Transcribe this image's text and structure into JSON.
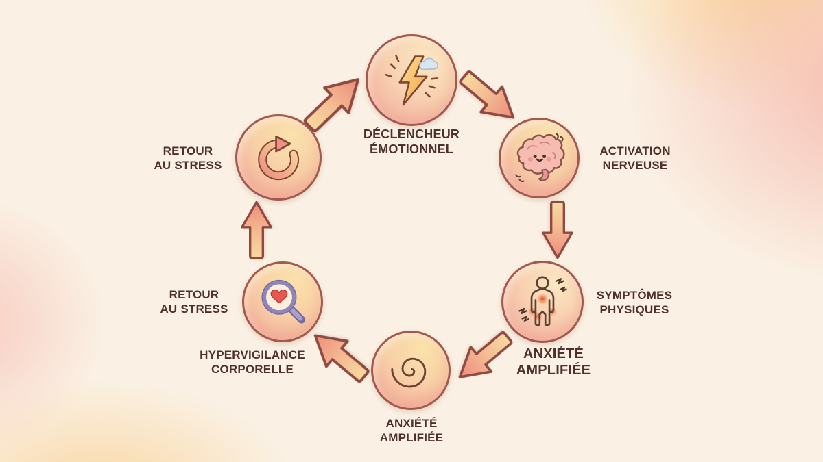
{
  "diagram": {
    "name": "cycle-du-stress-et-de-l-anxiete",
    "palette": {
      "background": "#FAF1E4",
      "node_border": "#A2594F",
      "node_fill_light": "#FBE7C2",
      "node_fill_dark": "#F2AB9D",
      "arrow_tail": "#F6D79F",
      "arrow_head": "#EE8F80",
      "arrow_outline": "#8F4B42",
      "label_color": "#4F302B"
    },
    "nodes": {
      "trigger": {
        "line1": "DÉCLENCHEUR",
        "line2": "ÉMOTIONNEL",
        "icon": "lightning-cloud-icon"
      },
      "activation": {
        "line1": "ACTIVATION",
        "line2": "NERVEUSE",
        "icon": "brain-icon"
      },
      "symptoms": {
        "line1": "SYMPTÔMES",
        "line2": "PHYSIQUES",
        "icon": "body-symptoms-icon"
      },
      "anxiety_side": {
        "line1": "ANXIÉTÉ",
        "line2": "AMPLIFIÉE"
      },
      "anxiety_bottom": {
        "line1": "ANXIÉTÉ",
        "line2": "AMPLIFIÉE",
        "icon": "spiral-icon"
      },
      "hypervigilance": {
        "line1": "HYPERVIGILANCE",
        "line2": "CORPORELLE",
        "icon": "magnifier-heart-icon"
      },
      "stress_return_lower": {
        "line1": "RETOUR",
        "line2": "AU STRESS"
      },
      "stress_return_upper": {
        "line1": "RETOUR",
        "line2": "AU STRESS",
        "icon": "cycle-arrow-icon"
      }
    }
  }
}
